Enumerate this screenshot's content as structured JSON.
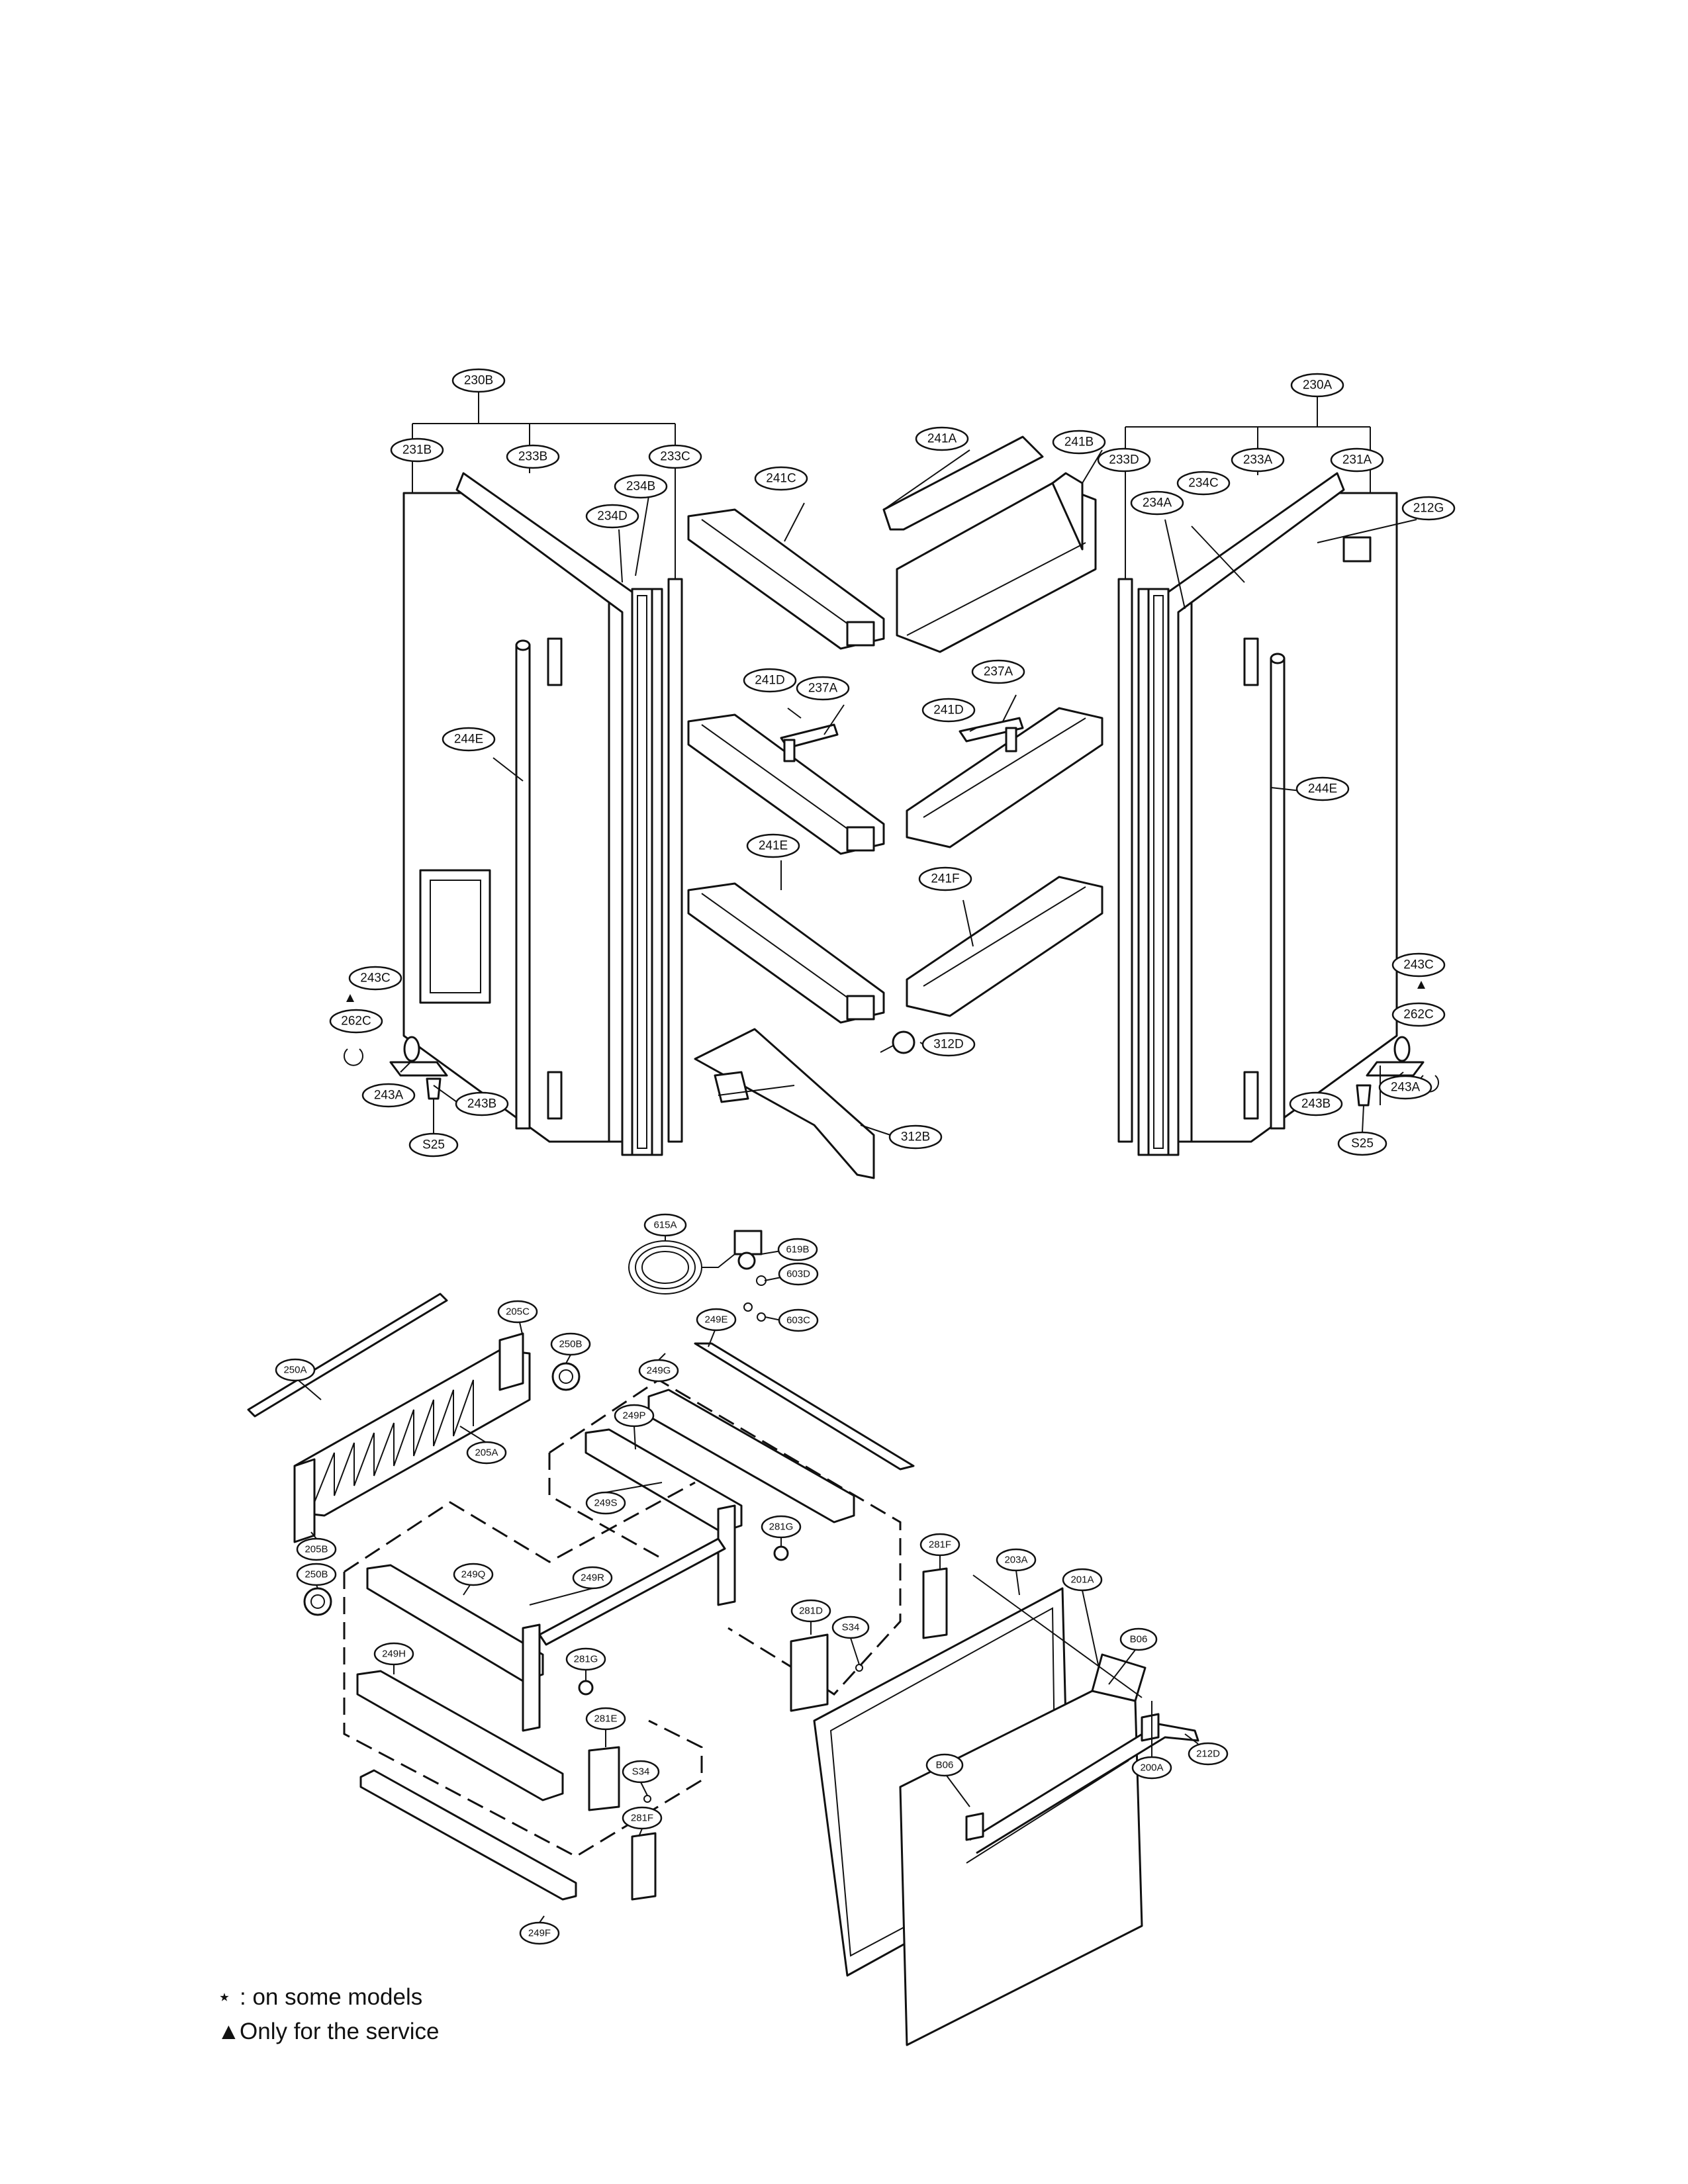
{
  "diagram": {
    "upper_callouts": [
      "230B",
      "231B",
      "233B",
      "233C",
      "234B",
      "234D",
      "244E",
      "243C",
      "262C",
      "243A",
      "243B",
      "S25",
      "241A",
      "241B",
      "241C",
      "241D",
      "237A",
      "241E",
      "241F",
      "312D",
      "312B",
      "230A",
      "233D",
      "233A",
      "231A",
      "234A",
      "234C",
      "212G"
    ],
    "lower_callouts": [
      "615A",
      "619B",
      "603D",
      "603C",
      "250A",
      "205C",
      "250B",
      "205A",
      "205B",
      "249G",
      "249E",
      "249P",
      "249S",
      "249Q",
      "249R",
      "249H",
      "249F",
      "281G",
      "281D",
      "281F",
      "281E",
      "S34",
      "203A",
      "201A",
      "B06",
      "212D",
      "200A"
    ],
    "service_only_marker": "▲"
  },
  "legend": {
    "items": [
      {
        "symbol": "⋆",
        "text": ": on some models"
      },
      {
        "symbol": "▲",
        "text": "Only for the service"
      }
    ]
  }
}
